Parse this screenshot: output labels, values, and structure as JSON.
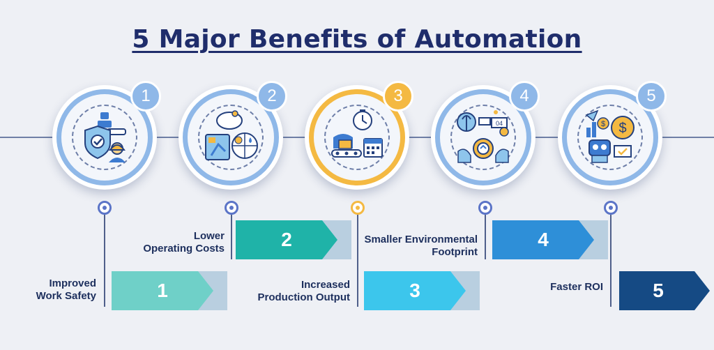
{
  "title": "5 Major Benefits of Automation",
  "steps": [
    {
      "badge": "1",
      "label_line1": "Improved",
      "label_line2": "Work Safety",
      "bar_number": "1",
      "color": "#6fd0c8",
      "icon": "safety-shield-icon"
    },
    {
      "badge": "2",
      "label_line1": "Lower",
      "label_line2": "Operating Costs",
      "bar_number": "2",
      "color": "#1fb3a8",
      "icon": "piggy-bank-icon"
    },
    {
      "badge": "3",
      "label_line1": "Increased",
      "label_line2": "Production Output",
      "bar_number": "3",
      "color": "#3cc6ec",
      "icon": "production-timer-icon"
    },
    {
      "badge": "4",
      "label_line1": "Smaller Environmental",
      "label_line2": "Footprint",
      "bar_number": "4",
      "color": "#2e8fd8",
      "icon": "eco-recycle-icon"
    },
    {
      "badge": "5",
      "label_line1": "Faster ROI",
      "label_line2": "",
      "bar_number": "5",
      "color": "#154a84",
      "icon": "roi-robot-icon"
    }
  ],
  "colors": {
    "accent_blue": "#8fb8e8",
    "highlight_gold": "#f4b942",
    "title": "#1f2d6b"
  }
}
